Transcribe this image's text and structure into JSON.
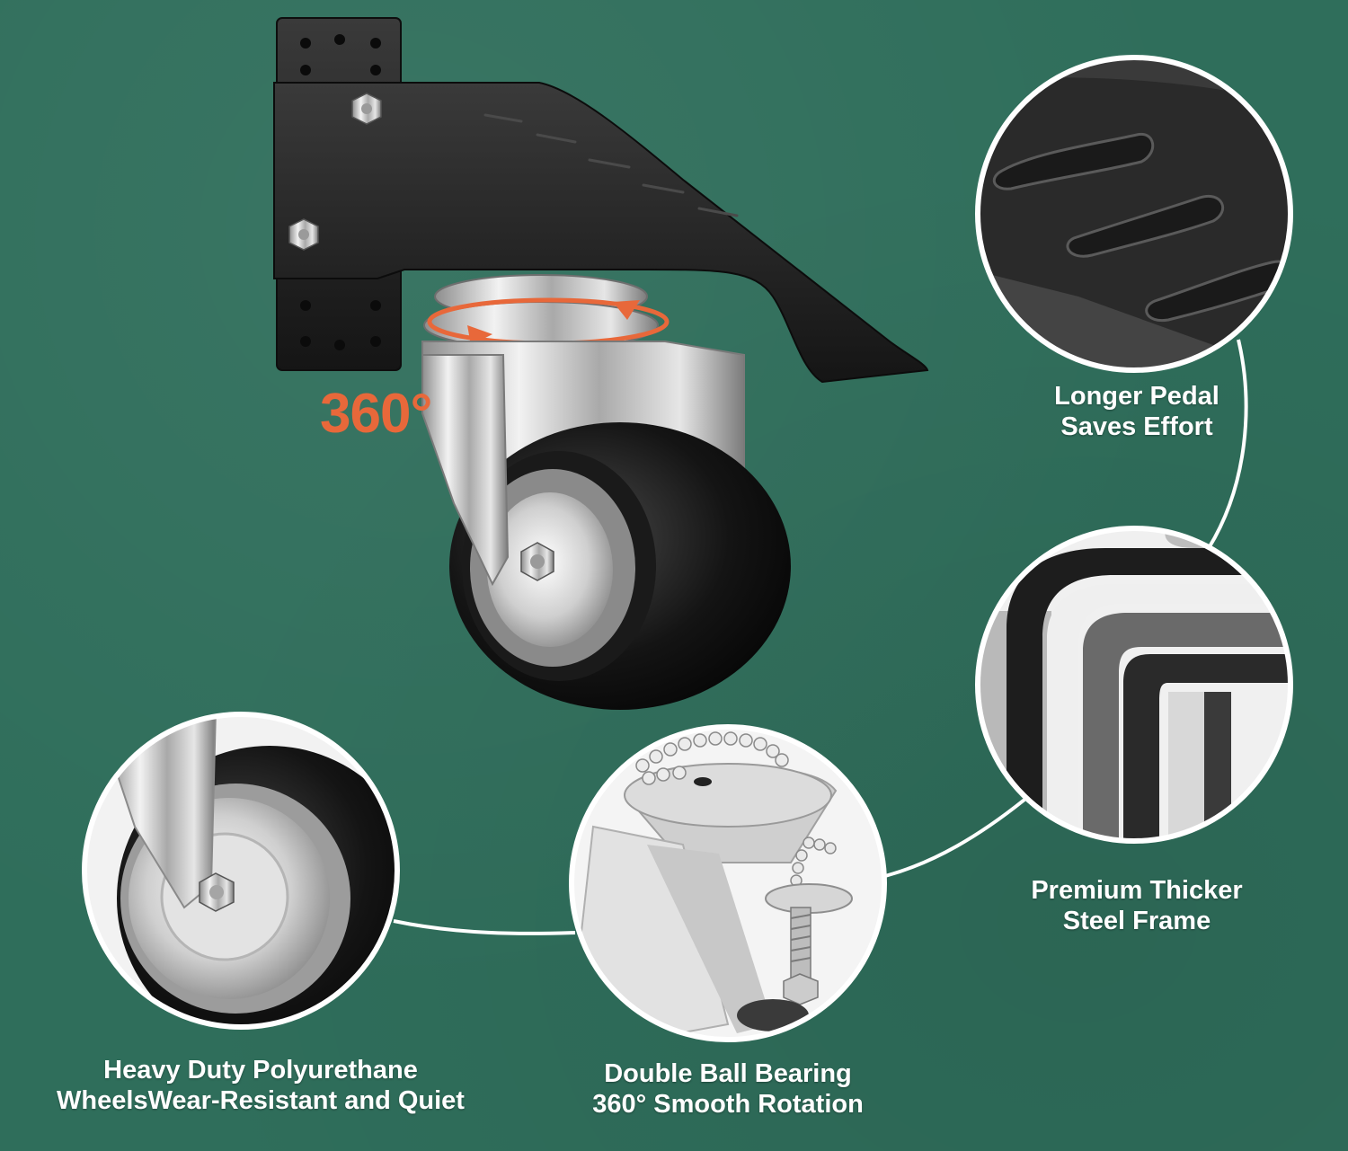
{
  "colors": {
    "background": "#2f6e5b",
    "accent_orange": "#e8683a",
    "caption_text": "#ffffff",
    "metal_dark": "#1c1c1c",
    "chrome": "#c9c9c9"
  },
  "hero": {
    "rotation_label": "360°"
  },
  "features": [
    {
      "line1": "Longer Pedal",
      "line2": "Saves Effort",
      "icon": "pedal-texture-icon"
    },
    {
      "line1": "Premium Thicker",
      "line2": "Steel Frame",
      "icon": "steel-frame-layers-icon"
    },
    {
      "line1": "Double Ball Bearing",
      "line2": "360° Smooth Rotation",
      "icon": "ball-bearing-icon"
    },
    {
      "line1": "Heavy Duty Polyurethane",
      "line2": "WheelsWear-Resistant and Quiet",
      "icon": "polyurethane-wheel-icon"
    }
  ]
}
